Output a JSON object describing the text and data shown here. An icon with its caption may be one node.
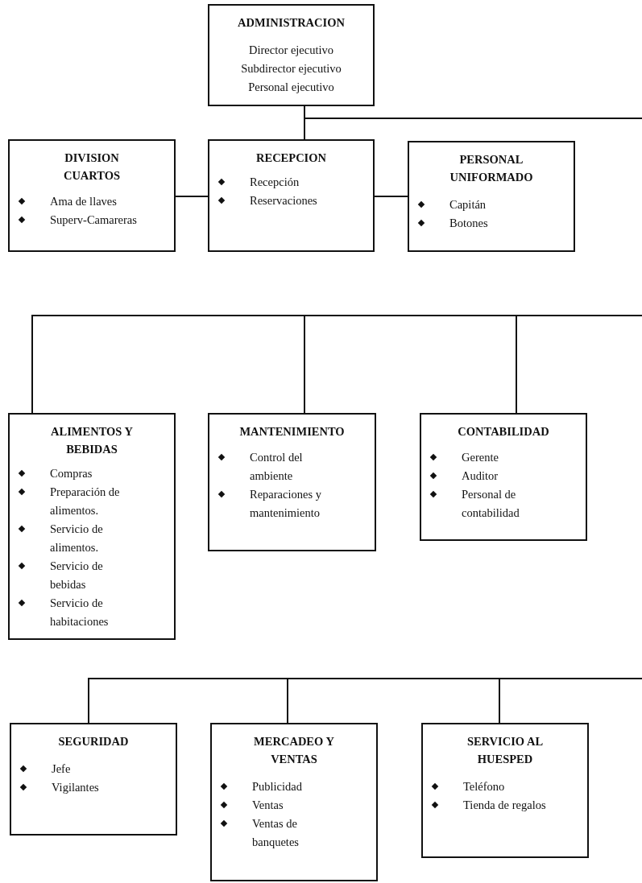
{
  "diagram": {
    "nodes": [
      {
        "text": [
          "ADMINISTRACION",
          "Director ejecutivo",
          "Subdirector ejecutivo",
          "Personal ejecutivo"
        ]
      },
      {
        "text": [
          "DIVISION CUARTOS",
          "Ama de llaves",
          "Superv-Camareras"
        ]
      },
      {
        "text": [
          "RECEPCION",
          "Recepción",
          "Reservaciones"
        ]
      },
      {
        "text": [
          "PERSONAL UNIFORMADO",
          "Capitán",
          "Botones"
        ]
      },
      {
        "text": [
          "ALIMENTOS Y BEBIDAS",
          "Compras",
          "Preparación de alimentos.",
          "Servicio de alimentos.",
          "Servicio de bebidas",
          "Servicio de habitaciones"
        ]
      },
      {
        "text": [
          "MANTENIMIENTO",
          "Control del ambiente",
          "Reparaciones y mantenimiento"
        ]
      },
      {
        "text": [
          "CONTABILIDAD",
          "Gerente",
          "Auditor",
          "Personal de contabilidad"
        ]
      },
      {
        "text": [
          "SEGURIDAD",
          "Jefe",
          "Vigilantes"
        ]
      },
      {
        "text": [
          "MERCADEO Y VENTAS",
          "Publicidad",
          "Ventas",
          "Ventas de banquetes"
        ]
      },
      {
        "text": [
          "SERVICIO AL HUESPED",
          "Teléfono",
          "Tienda de regalos"
        ]
      }
    ],
    "edges": [
      {
        "from": 0,
        "to": 2,
        "arrow": "none"
      },
      {
        "from": 1,
        "to": 2,
        "arrow": "none"
      },
      {
        "from": 2,
        "to": 3,
        "arrow": "none"
      },
      {
        "from": 0,
        "to": null,
        "arrow": "none"
      },
      {
        "from": null,
        "to": 4,
        "arrow": "none"
      },
      {
        "from": null,
        "to": 5,
        "arrow": "none"
      },
      {
        "from": null,
        "to": 6,
        "arrow": "none"
      },
      {
        "from": null,
        "to": 7,
        "arrow": "none"
      },
      {
        "from": null,
        "to": 8,
        "arrow": "none"
      },
      {
        "from": null,
        "to": 9,
        "arrow": "none"
      }
    ]
  }
}
